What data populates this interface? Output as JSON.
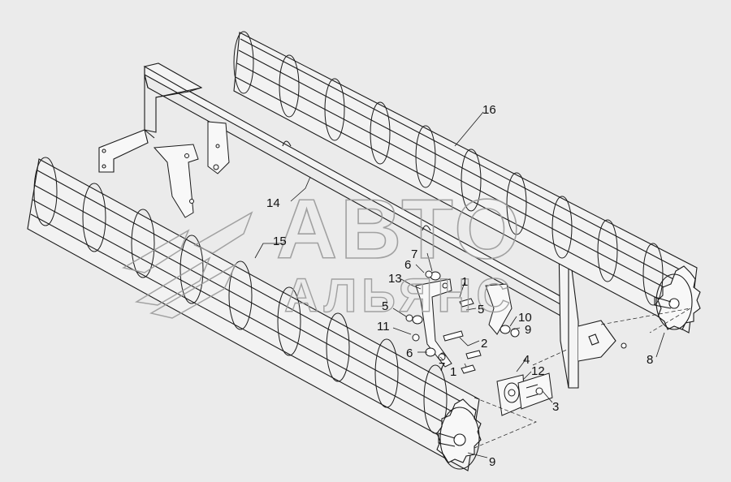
{
  "watermark": {
    "line1": "АВТО",
    "line2": "АЛЬЯНС"
  },
  "callouts": [
    {
      "id": "c16",
      "text": "16"
    },
    {
      "id": "c14",
      "text": "14"
    },
    {
      "id": "c15",
      "text": "15"
    },
    {
      "id": "c7a",
      "text": "7"
    },
    {
      "id": "c6a",
      "text": "6"
    },
    {
      "id": "c13",
      "text": "13"
    },
    {
      "id": "c1a",
      "text": "1"
    },
    {
      "id": "c5a",
      "text": "5"
    },
    {
      "id": "c5b",
      "text": "5"
    },
    {
      "id": "c11",
      "text": "11"
    },
    {
      "id": "c10",
      "text": "10"
    },
    {
      "id": "c9a",
      "text": "9"
    },
    {
      "id": "c2",
      "text": "2"
    },
    {
      "id": "c6b",
      "text": "6"
    },
    {
      "id": "c7b",
      "text": "7"
    },
    {
      "id": "c1b",
      "text": "1"
    },
    {
      "id": "c4",
      "text": "4"
    },
    {
      "id": "c12",
      "text": "12"
    },
    {
      "id": "c3",
      "text": "3"
    },
    {
      "id": "c8",
      "text": "8"
    },
    {
      "id": "c9b",
      "text": "9"
    }
  ],
  "colors": {
    "background": "#ebebeb",
    "line": "#1a1a1a",
    "watermark": "#9a9a9a"
  }
}
